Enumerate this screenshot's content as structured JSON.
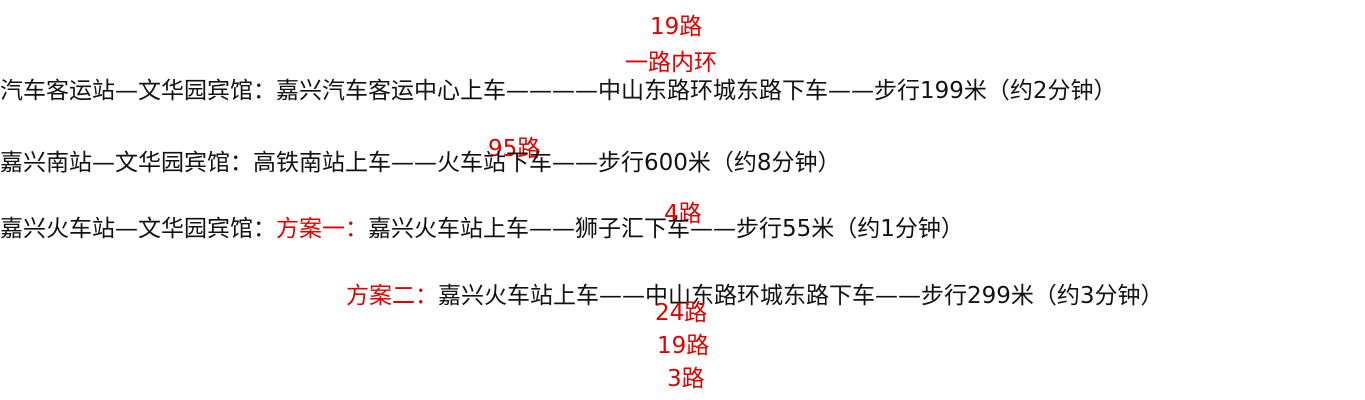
{
  "colors": {
    "text": "#111111",
    "accent": "#e00000"
  },
  "route1": {
    "label": "汽车客运站—文华园宾馆：",
    "board": "嘉兴汽车客运中心上车",
    "connector": "————",
    "bus_top": "19路",
    "bus_bottom": "一路内环",
    "alight": "中山东路环城东路下车",
    "walk": "——步行199米（约2分钟）"
  },
  "route2": {
    "label": "嘉兴南站—文华园宾馆：",
    "board": "高铁南站上车",
    "connector": "——",
    "bus": "95路",
    "alight": "火车站下车",
    "walk": "——步行600米（约8分钟）"
  },
  "route3": {
    "label": "嘉兴火车站—文华园宾馆：",
    "plan1": {
      "label": "方案一：",
      "board": "嘉兴火车站上车",
      "connector": "——",
      "bus": "4路",
      "alight": "狮子汇下车",
      "walk": "——步行55米（约1分钟）"
    },
    "plan2": {
      "label": "方案二：",
      "board": "嘉兴火车站上车",
      "connector": "——",
      "alight": "中山东路环城东路下车",
      "walk": "——步行299米（约3分钟）",
      "buses": [
        "24路",
        "19路",
        "3路"
      ]
    }
  }
}
